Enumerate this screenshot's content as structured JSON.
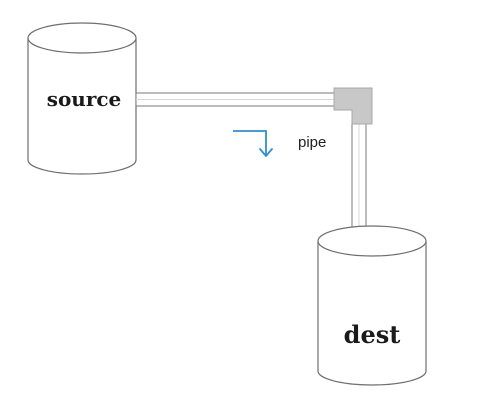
{
  "diagram": {
    "source_label": "source",
    "dest_label": "dest",
    "pipe_label": "pipe"
  },
  "colors": {
    "stroke": "#6f6f6f",
    "fill": "#ffffff",
    "joint": "#c8c8c8",
    "arrow": "#2f8fd6",
    "text": "#1a1a1a"
  },
  "icons": {
    "flow_arrow": "down-turn-arrow-icon"
  }
}
